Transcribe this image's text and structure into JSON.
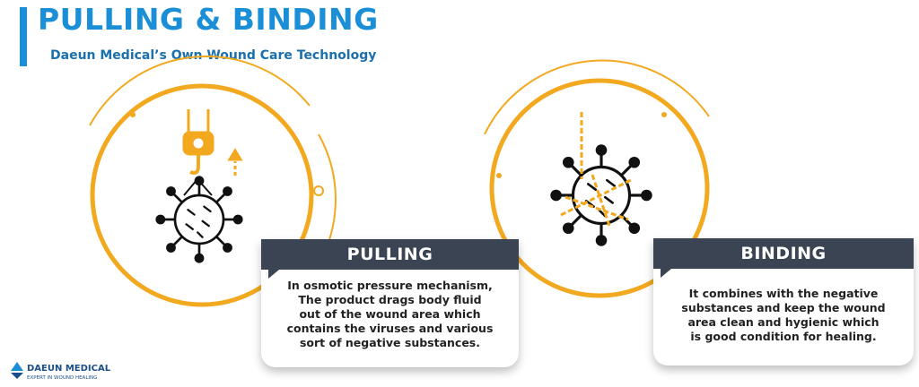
{
  "header": {
    "title": "PULLING & BINDING",
    "subtitle": "Daeun Medical’s Own Wound Care Technology"
  },
  "cards": [
    {
      "heading": "PULLING",
      "body": [
        "In osmotic pressure mechanism,",
        "The product drags body fluid",
        "out of the wound area which",
        "contains the viruses and various",
        "sort of negative substances."
      ]
    },
    {
      "heading": "BINDING",
      "body": [
        "It combines with the negative",
        "substances and keep the wound",
        "area clean and hygienic which",
        "is good condition for healing."
      ]
    }
  ],
  "footer": {
    "brand": "DAEUN MEDICAL",
    "tagline": "EXPERT IN WOUND HEALING"
  },
  "colors": {
    "accent_blue": "#1a8fd8",
    "ring_orange": "#f2a91f",
    "header_dark": "#3a4452"
  },
  "icons": [
    "crane-hook-icon",
    "up-arrow-icon",
    "virus-icon",
    "chain-icon",
    "daeun-logo-icon"
  ]
}
